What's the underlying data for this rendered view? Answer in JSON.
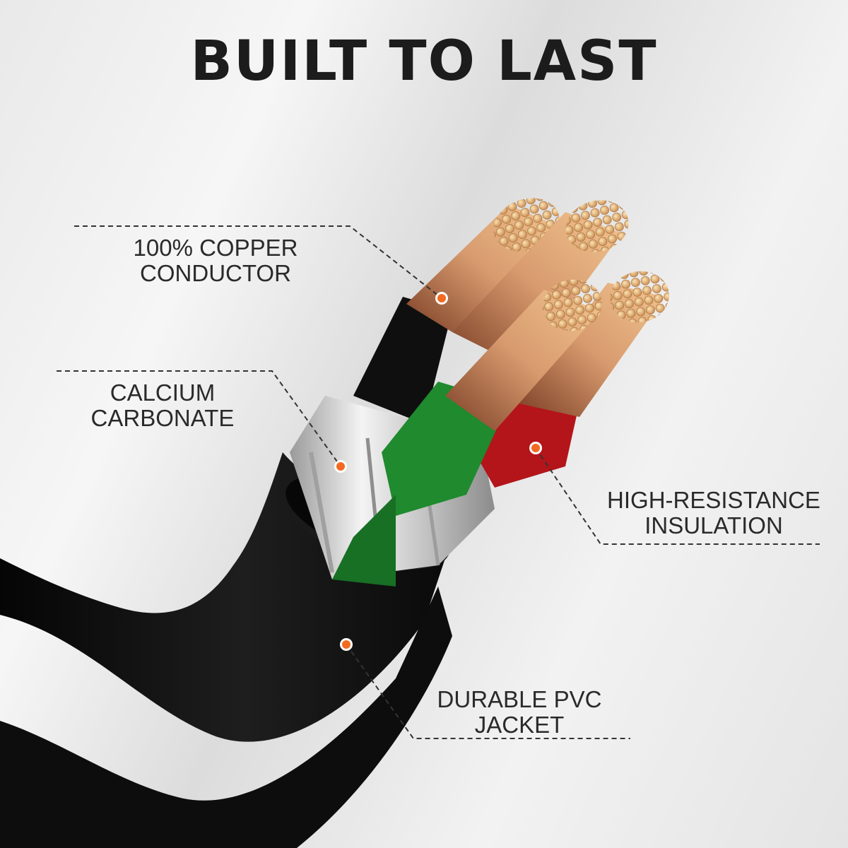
{
  "headline": "BUILT TO LAST",
  "callouts": {
    "copper": {
      "line1": "100% COPPER",
      "line2": "CONDUCTOR"
    },
    "calcium": {
      "line1": "CALCIUM",
      "line2": "CARBONATE"
    },
    "insulation": {
      "line1": "HIGH-RESISTANCE",
      "line2": "INSULATION"
    },
    "jacket": {
      "line1": "DURABLE PVC",
      "line2": "JACKET"
    }
  },
  "colors": {
    "marker": "#f26a21",
    "jacket": "#141414",
    "copper": "#c8865a",
    "green_wire": "#1f8a2e",
    "red_wire": "#b3151a",
    "black_wire": "#111111",
    "filler": "#d9d9d9"
  }
}
